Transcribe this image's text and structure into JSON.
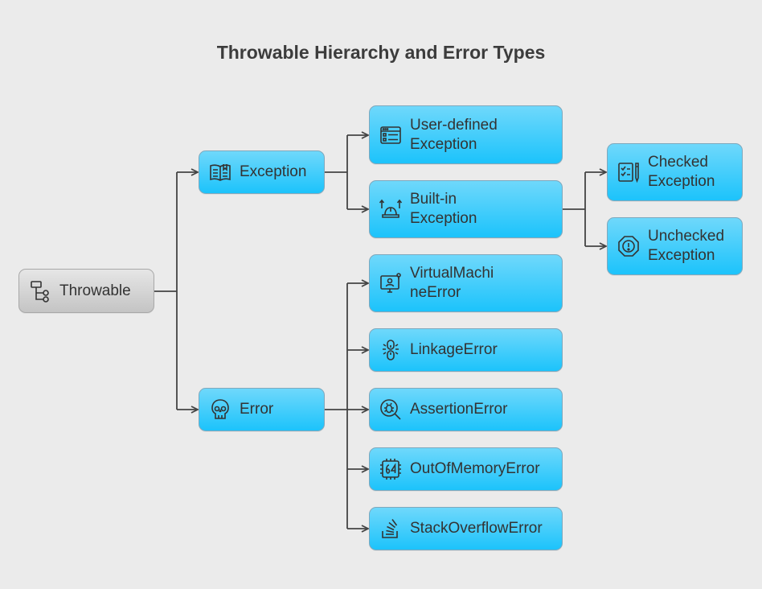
{
  "title": "Throwable Hierarchy and Error Types",
  "nodes": {
    "throwable": "Throwable",
    "exception": "Exception",
    "error": "Error",
    "user_defined": "User-defined\nException",
    "built_in": "Built-in\nException",
    "checked": "Checked\nException",
    "unchecked": "Unchecked\nException",
    "vm_error": "VirtualMachi\nneError",
    "linkage": "LinkageError",
    "assertion": "AssertionError",
    "oom": "OutOfMemoryError",
    "stack_overflow": "StackOverflowError"
  },
  "colors": {
    "node_fill": "#1cc3fb",
    "root_fill": "#c4c4c4",
    "line": "#444444"
  }
}
